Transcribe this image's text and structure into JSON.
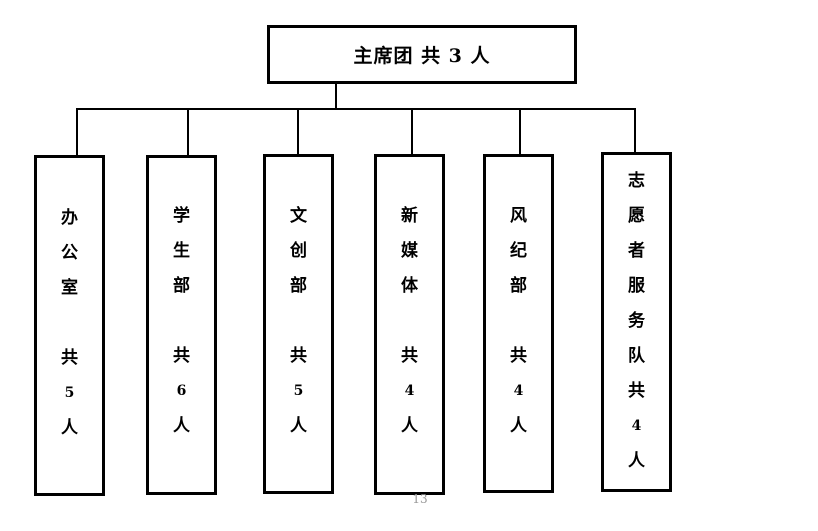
{
  "root": {
    "title": "主席团 共 3 人"
  },
  "departments": [
    {
      "lines": [
        "办",
        "公",
        "室",
        "",
        "共",
        "5",
        "人"
      ]
    },
    {
      "lines": [
        "学",
        "生",
        "部",
        "",
        "共",
        "6",
        "人"
      ]
    },
    {
      "lines": [
        "文",
        "创",
        "部",
        "",
        "共",
        "5",
        "人"
      ]
    },
    {
      "lines": [
        "新",
        "媒",
        "体",
        "",
        "共",
        "4",
        "人"
      ]
    },
    {
      "lines": [
        "风",
        "纪",
        "部",
        "",
        "共",
        "4",
        "人"
      ]
    },
    {
      "lines": [
        "志",
        "愿",
        "者",
        "服",
        "务",
        "队",
        "共",
        "4",
        "人"
      ]
    }
  ],
  "page": {
    "number": "13"
  }
}
